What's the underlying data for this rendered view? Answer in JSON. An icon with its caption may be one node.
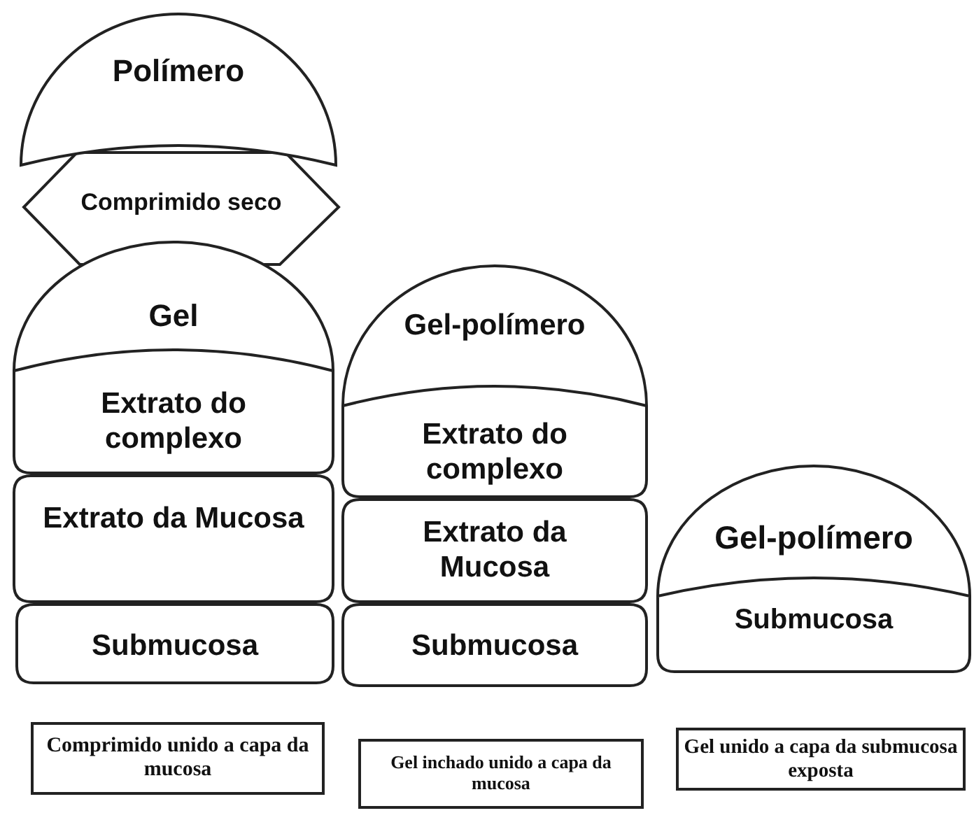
{
  "diagram": {
    "nodes": [
      {
        "text": [
          "Polímero"
        ]
      },
      {
        "text": [
          "Comprimido seco"
        ]
      },
      {
        "text": [
          "Gel"
        ]
      },
      {
        "text": [
          "Extrato do complexo"
        ]
      },
      {
        "text": [
          "Extrato da Mucosa"
        ]
      },
      {
        "text": [
          "Submucosa"
        ]
      },
      {
        "text": [
          "Gel-polímero"
        ]
      },
      {
        "text": [
          "Extrato do complexo"
        ]
      },
      {
        "text": [
          "Extrato da Mucosa"
        ]
      },
      {
        "text": [
          "Submucosa"
        ]
      },
      {
        "text": [
          "Gel-polímero"
        ]
      },
      {
        "text": [
          "Submucosa"
        ]
      },
      {
        "text": [
          "Comprimido unido a capa da mucosa"
        ]
      },
      {
        "text": [
          "Gel inchado unido a capa da mucosa"
        ]
      },
      {
        "text": [
          "Gel unido a capa da submucosa exposta"
        ]
      }
    ]
  }
}
